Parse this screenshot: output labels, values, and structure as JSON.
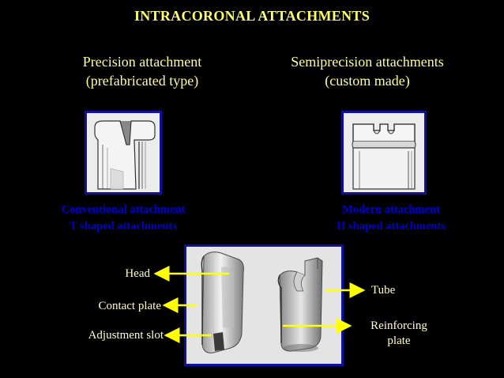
{
  "slide": {
    "title": "INTRACORONAL ATTACHMENTS",
    "left_heading_line1": "Precision attachment",
    "left_heading_line2": "(prefabricated type)",
    "right_heading_line1": "Semiprecision attachments",
    "right_heading_line2": "(custom made)",
    "left_caption_line1": "Conventional attachment",
    "left_caption_line2": "T shaped attachments",
    "right_caption_line1": "Modern attachment",
    "right_caption_line2": "H shaped attachments",
    "labels": {
      "head": "Head",
      "contact_plate": "Contact plate",
      "adjustment_slot": "Adjustment slot",
      "tube": "Tube",
      "reinforcing_line1": "Reinforcing",
      "reinforcing_line2": "plate"
    }
  },
  "colors": {
    "background": "#000000",
    "title": "#FFFF66",
    "heading": "#FFFF99",
    "caption": "#0000CC",
    "frame_border": "#1010A0",
    "arrow": "#FFFF00"
  }
}
